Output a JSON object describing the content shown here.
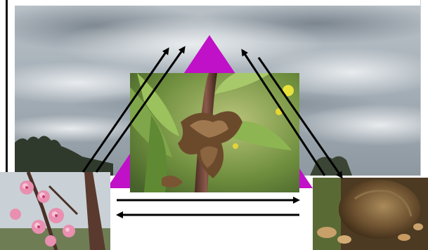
{
  "diagram": {
    "type": "disease-triangle",
    "panels": [
      {
        "id": "environment",
        "icon": "sky-photo"
      },
      {
        "id": "pathogen",
        "icon": "diseased-twig-photo"
      },
      {
        "id": "host",
        "icon": "blossom-photo"
      },
      {
        "id": "inoculum",
        "icon": "mummified-fruit-photo"
      }
    ],
    "arrows": [
      {
        "from": "host",
        "to": "environment",
        "style": "double"
      },
      {
        "from": "environment",
        "to": "inoculum",
        "style": "double"
      },
      {
        "from": "host",
        "to": "inoculum",
        "style": "double"
      }
    ]
  },
  "colors": {
    "triangle": "#c010c8",
    "arrow": "#000000",
    "sky": "#9aa5ae",
    "frame": "#111111"
  }
}
